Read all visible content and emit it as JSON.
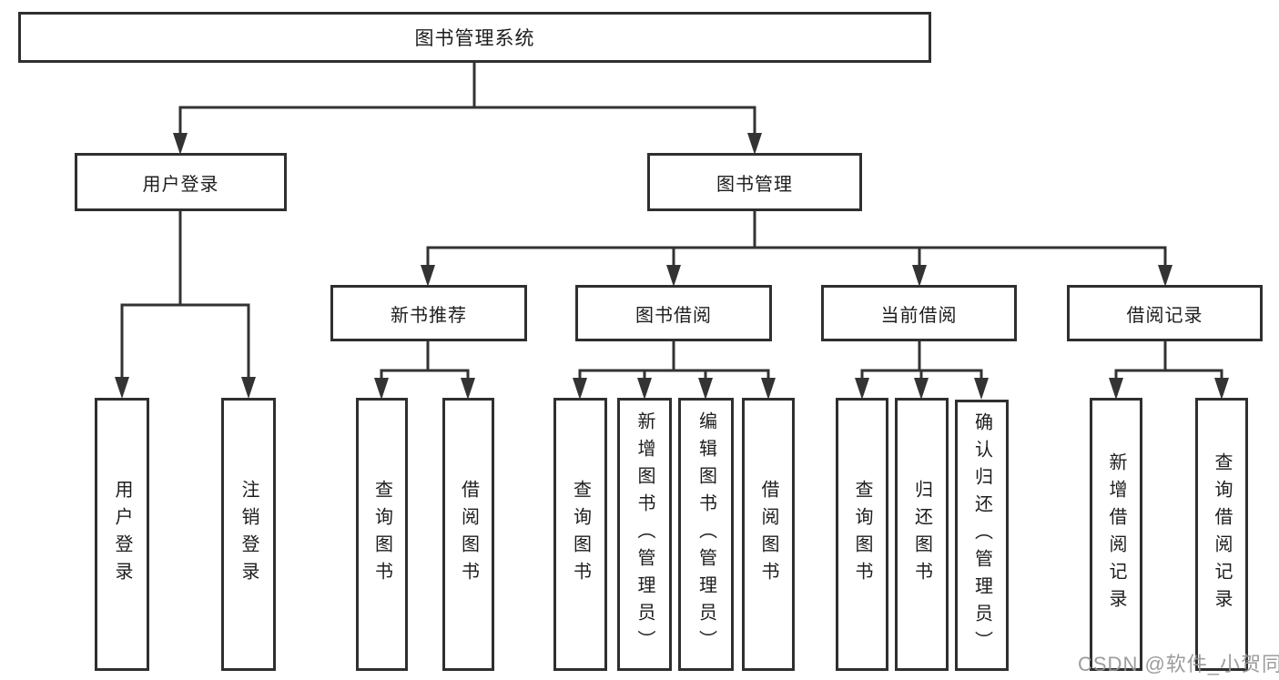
{
  "diagram": {
    "title": "图书管理系统",
    "nodes": {
      "root": "图书管理系统",
      "user_login": "用户登录",
      "book_mgmt": "图书管理",
      "new_book_rec": "新书推荐",
      "book_borrow": "图书借阅",
      "current_borrow": "当前借阅",
      "borrow_records": "借阅记录",
      "leaf_user_login": "用户登录",
      "leaf_logout": "注销登录",
      "leaf_query_book_1": "查询图书",
      "leaf_borrow_book_1": "借阅图书",
      "leaf_query_book_2": "查询图书",
      "leaf_add_book_admin": "新增图书（管理员）",
      "leaf_edit_book_admin": "编辑图书（管理员）",
      "leaf_borrow_book_2": "借阅图书",
      "leaf_query_book_3": "查询图书",
      "leaf_return_book": "归还图书",
      "leaf_confirm_return_admin": "确认归还（管理员）",
      "leaf_add_borrow_record": "新增借阅记录",
      "leaf_query_borrow_record": "查询借阅记录"
    },
    "hierarchy": [
      {
        "parent": "图书管理系统",
        "children": [
          "用户登录",
          "图书管理"
        ]
      },
      {
        "parent": "用户登录",
        "children": [
          "用户登录",
          "注销登录"
        ]
      },
      {
        "parent": "图书管理",
        "children": [
          "新书推荐",
          "图书借阅",
          "当前借阅",
          "借阅记录"
        ]
      },
      {
        "parent": "新书推荐",
        "children": [
          "查询图书",
          "借阅图书"
        ]
      },
      {
        "parent": "图书借阅",
        "children": [
          "查询图书",
          "新增图书（管理员）",
          "编辑图书（管理员）",
          "借阅图书"
        ]
      },
      {
        "parent": "当前借阅",
        "children": [
          "查询图书",
          "归还图书",
          "确认归还（管理员）"
        ]
      },
      {
        "parent": "借阅记录",
        "children": [
          "新增借阅记录",
          "查询借阅记录"
        ]
      }
    ]
  },
  "watermark": {
    "text": "CSDN @软件_小贺同学"
  },
  "colors": {
    "background": "#ffffff",
    "line": "#333333",
    "box_border": "#2f2f2f",
    "text": "#1d1d1d",
    "watermark": "#949494"
  }
}
